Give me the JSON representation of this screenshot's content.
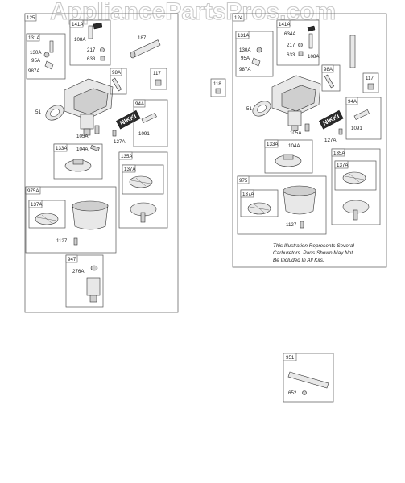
{
  "watermark": "AppliancePartsPros.com",
  "left_assembly": {
    "id": "125",
    "kits": [
      {
        "id": "131A",
        "parts": [
          "130A",
          "95A",
          "987A"
        ]
      },
      {
        "id": "141A",
        "parts": [
          "108A",
          "217",
          "633"
        ]
      },
      {
        "id": "98A",
        "parts": []
      },
      {
        "id": "117",
        "parts": []
      },
      {
        "id": "94A",
        "parts": [
          "1091"
        ]
      },
      {
        "id": "133A",
        "parts": [
          "104A"
        ]
      },
      {
        "id": "135A",
        "parts": []
      },
      {
        "id": "137A",
        "parts": []
      },
      {
        "id": "975A",
        "parts": [
          "1127"
        ]
      },
      {
        "id": "947",
        "parts": [
          "276A"
        ]
      }
    ],
    "loose_parts": [
      "187",
      "51",
      "105A",
      "127A"
    ],
    "brand_tag": "NIKKI",
    "inner_kit_137A_in_975A": "137A"
  },
  "right_assembly": {
    "id": "124",
    "outer_tag": "118",
    "kits": [
      {
        "id": "131A",
        "parts": [
          "130A",
          "95A",
          "987A"
        ]
      },
      {
        "id": "141A",
        "parts": [
          "634A",
          "217",
          "633",
          "108A"
        ]
      },
      {
        "id": "98A",
        "parts": []
      },
      {
        "id": "117",
        "parts": []
      },
      {
        "id": "94A",
        "parts": [
          "1091"
        ]
      },
      {
        "id": "133A",
        "parts": [
          "104A"
        ]
      },
      {
        "id": "135A",
        "parts": []
      },
      {
        "id": "137A",
        "parts": []
      },
      {
        "id": "975",
        "parts": [
          "1127"
        ]
      }
    ],
    "loose_parts": [
      "51",
      "105A",
      "127A"
    ],
    "brand_tag": "NIKKI",
    "inner_kit_137A_in_975": "137A",
    "note_lines": [
      "This Illustration Represents Several",
      "Carburetors. Parts Shown May Not",
      "Be Included In All Kits."
    ]
  },
  "bottom_kit": {
    "id": "951",
    "parts": [
      "652"
    ]
  }
}
